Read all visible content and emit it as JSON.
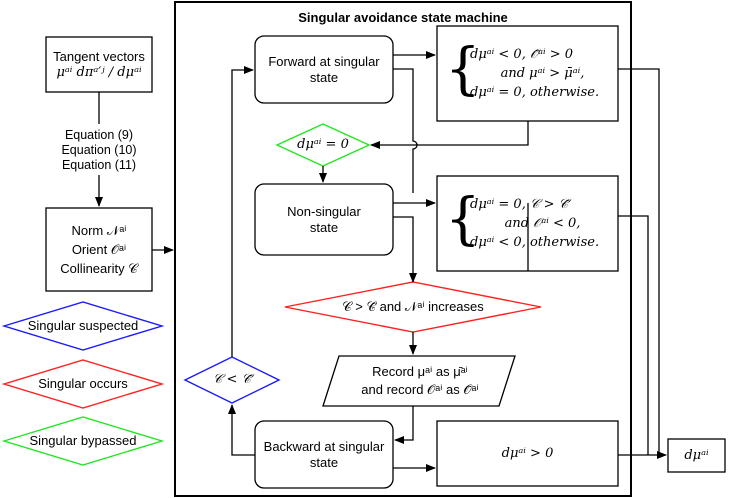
{
  "diagram": {
    "title": "Singular avoidance state machine",
    "tangent_box": {
      "line1": "Tangent vectors",
      "line2": "μᵃⁱ dπᵃ′ʲ / dμᵃⁱ"
    },
    "equations": [
      "Equation (9)",
      "Equation (10)",
      "Equation (11)"
    ],
    "norm_box": {
      "line1": "Norm 𝒩ᵃⁱ",
      "line2": "Orient 𝒪ᵃⁱ",
      "line3": "Collinearity 𝒞"
    },
    "legend": {
      "suspected": "Singular suspected",
      "occurs": "Singular occurs",
      "bypassed": "Singular bypassed"
    },
    "states": {
      "forward": "Forward at singular state",
      "nonsingular": "Non-singular state",
      "backward": "Backward at singular state"
    },
    "conditions": {
      "zero": "dμᵃⁱ = 0",
      "increases": "𝒞 > 𝒞̄ and 𝒩ᵃⁱ increases",
      "less": "𝒞 < 𝒞̄"
    },
    "record": {
      "line1": "Record μᵃⁱ as μ̄ᵃⁱ",
      "line2": "and record 𝒪ᵃⁱ as 𝒪̄ᵃⁱ"
    },
    "outputs": {
      "forward": [
        "dμᵃⁱ < 0, 𝒪̄ᵃⁱ > 0",
        "and μᵃⁱ > μ̄ᵃⁱ,",
        "dμᵃⁱ = 0, otherwise."
      ],
      "nonsingular": [
        "dμᵃⁱ = 0, 𝒞 > 𝒞̄",
        "and 𝒪ᵃⁱ < 0,",
        "dμᵃⁱ < 0, otherwise."
      ],
      "backward": "dμᵃⁱ > 0",
      "final": "dμᵃⁱ"
    },
    "colors": {
      "suspected": "#1a1aff",
      "occurs": "#ff2020",
      "bypassed": "#22e622",
      "line": "#000000"
    }
  }
}
